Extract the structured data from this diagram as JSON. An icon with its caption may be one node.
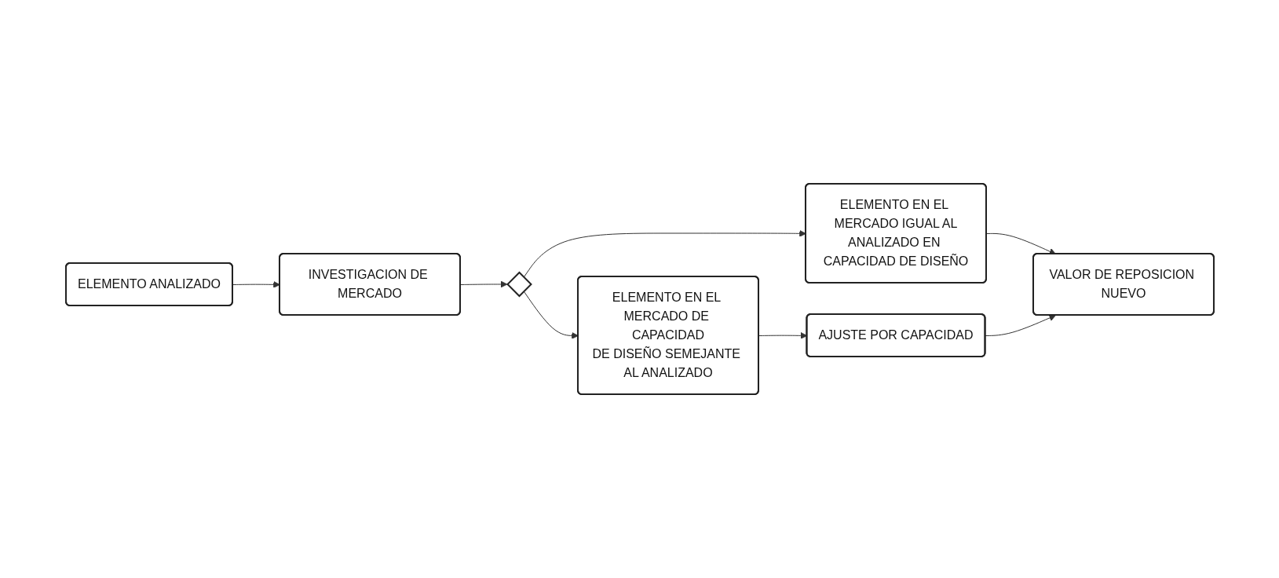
{
  "diagram": {
    "nodes": [
      {
        "text": [
          "ELEMENTO ANALIZADO"
        ]
      },
      {
        "text": [
          "INVESTIGACION DE MERCADO"
        ]
      },
      {
        "text": [],
        "shape": "diamond"
      },
      {
        "text": [
          "ELEMENTO EN EL MERCADO IGUAL AL ANALIZADO EN CAPACIDAD DE DISEÑO"
        ]
      },
      {
        "text": [
          "VALOR DE REPOSICION NUEVO"
        ]
      },
      {
        "text": [
          "AJUSTE POR CAPACIDAD"
        ]
      },
      {
        "text": [
          "ELEMENTO EN EL MERCADO DE CAPACIDAD DE DISEÑO SEMEJANTE AL ANALIZADO"
        ]
      }
    ],
    "edges": [
      {
        "from": 0,
        "to": 1,
        "arrow": "to"
      },
      {
        "from": 1,
        "to": 2,
        "arrow": "to"
      },
      {
        "from": 2,
        "to": 3,
        "arrow": "to"
      },
      {
        "from": 2,
        "to": 6,
        "arrow": "to"
      },
      {
        "from": 3,
        "to": 4,
        "arrow": "to"
      },
      {
        "from": 5,
        "to": 4,
        "arrow": "to"
      },
      {
        "from": 6,
        "to": 5,
        "arrow": "to"
      }
    ]
  }
}
